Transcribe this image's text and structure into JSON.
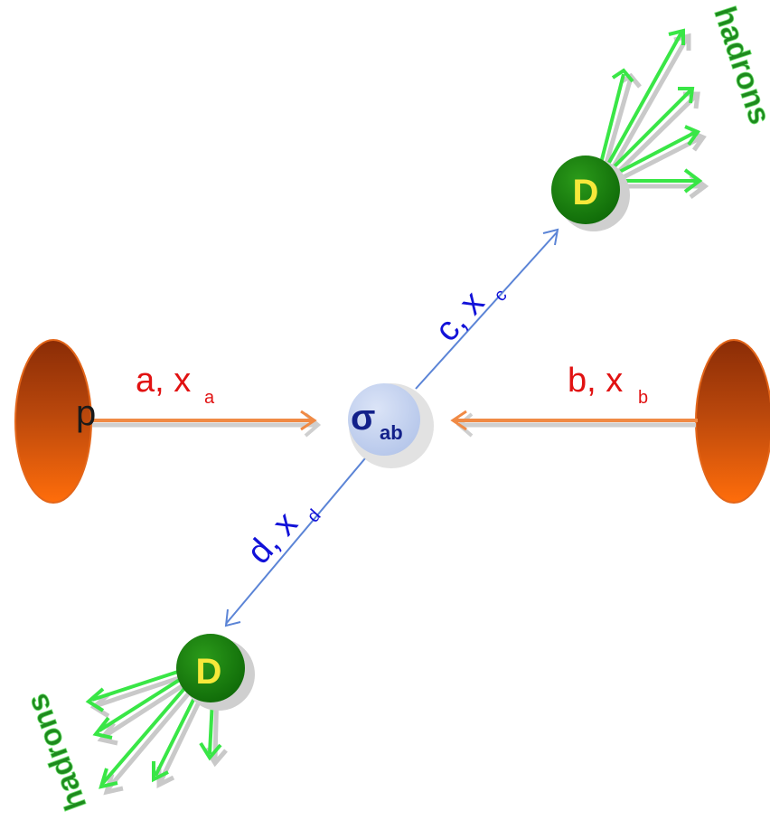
{
  "colors": {
    "proton_dark": "#8a2c06",
    "proton_mid": "#c8500c",
    "proton_light": "#ff6d0b",
    "beam": "#f08a45",
    "beam_shadow": "#cfcfcf",
    "parton_line": "#5b84d6",
    "vertex_fill": "#c5d3f0",
    "d_fill": "#1d7d11",
    "d_text": "#f6e83a",
    "hadron": "#39e646",
    "hadron_shadow": "#c9c9c9",
    "hadron_label": "#1e8a1e",
    "red_label": "#e11212",
    "blue_label": "#1212d8",
    "navy": "#12208a"
  },
  "labels": {
    "proton_left": "p",
    "parton_a": "a, x",
    "parton_a_sub": "a",
    "parton_b": "b, x",
    "parton_b_sub": "b",
    "parton_c": "c, x",
    "parton_c_sub": "c",
    "parton_d": "d, x",
    "parton_d_sub": "d",
    "vertex_symbol": "σ",
    "vertex_sub": "ab",
    "meson_top": "D",
    "meson_bottom": "D",
    "hadrons_top": "hadrons",
    "hadrons_bottom": "hadrons"
  }
}
